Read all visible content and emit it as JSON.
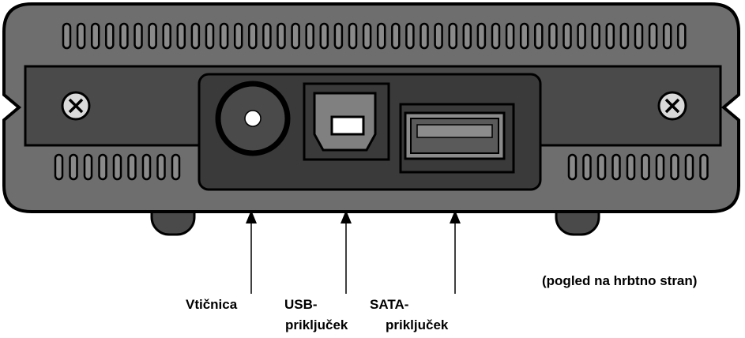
{
  "labels": {
    "power_socket": "Vtičnica",
    "usb_line1": "USB-",
    "usb_line2": "priključek",
    "sata_line1": "SATA-",
    "sata_line2": "priključek",
    "view_note": "(pogled na hrbtno stran)"
  },
  "colors": {
    "body": "#6e6e6e",
    "panel": "#3f3f3f",
    "outline": "#000000",
    "slot": "#8a8a8a",
    "usb_b_port": "#808080",
    "sata_port": "#8c8c8c"
  },
  "components": {
    "left_screw": "screw-icon",
    "right_screw": "screw-icon",
    "power_socket": "dc-socket-icon",
    "usb_port": "usb-b-port-icon",
    "sata_port": "esata-port-icon"
  }
}
